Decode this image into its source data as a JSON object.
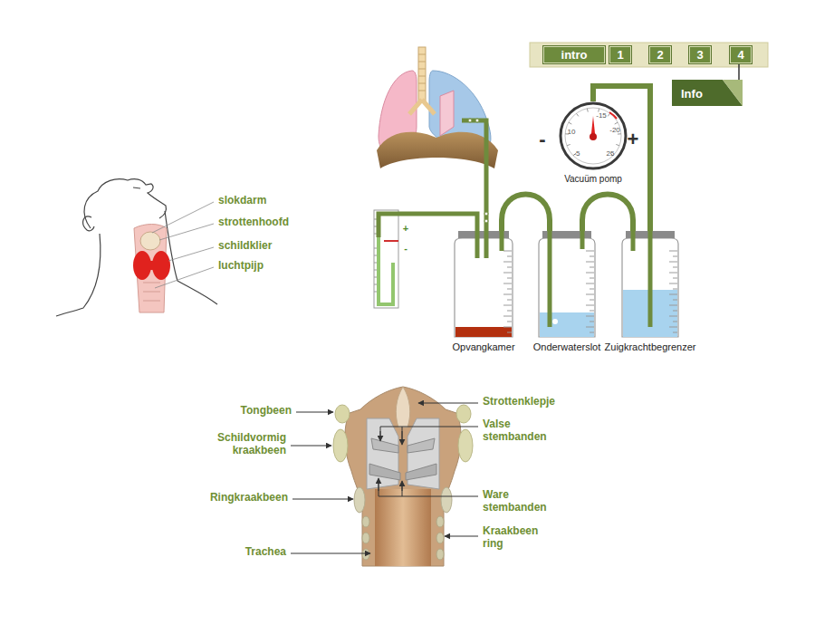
{
  "diagram": {
    "nodes": [
      {
        "text": [
          "intro"
        ]
      },
      {
        "text": [
          "1"
        ]
      },
      {
        "text": [
          "2"
        ]
      },
      {
        "text": [
          "3"
        ]
      },
      {
        "text": [
          "4"
        ]
      },
      {
        "text": [
          "Info"
        ]
      },
      {
        "text": [
          "-15",
          "-20",
          "10",
          "-5",
          "25",
          "Vacuüm pomp"
        ]
      },
      {
        "text": [
          "Opvangkamer"
        ]
      },
      {
        "text": [
          "Onderwaterslot"
        ]
      },
      {
        "text": [
          "Zuigkrachtbegrenzer"
        ]
      }
    ],
    "edges": [
      {
        "from": 4,
        "to": 5,
        "arrow": "none"
      },
      {
        "from": 6,
        "to": 9,
        "arrow": "none"
      },
      {
        "from": 7,
        "to": 8,
        "arrow": "none"
      },
      {
        "from": 8,
        "to": 9,
        "arrow": "none"
      }
    ],
    "labels": [
      "slokdarm",
      "strottenhoofd",
      "schildklier",
      "luchtpijp",
      "-",
      "+",
      "+",
      "-",
      "Tongbeen",
      "Schildvormig kraakbeen",
      "Ringkraakbeen",
      "Trachea",
      "Strottenklepje",
      "Valse stembanden",
      "Ware stembanden",
      "Kraakbeen ring"
    ]
  }
}
